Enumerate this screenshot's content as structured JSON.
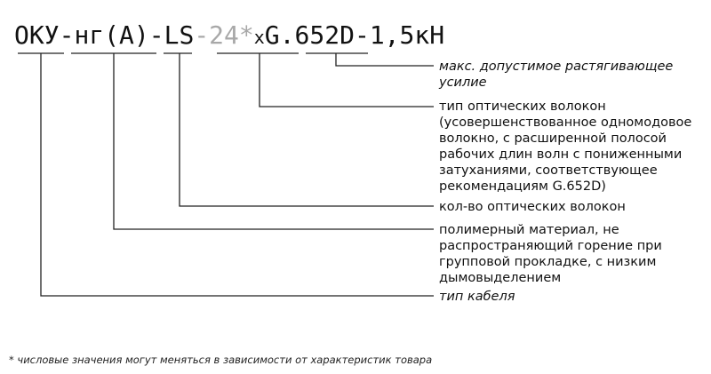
{
  "code": {
    "oku": "ОКУ",
    "dash1": "-",
    "ng": "нг",
    "a": "(А)",
    "dash2": "-",
    "ls": "LS",
    "dash3": "-",
    "count": "24",
    "star": "*",
    "x": "x",
    "fiber": "G.652D",
    "dash4": "-",
    "force": "1,5кН"
  },
  "labels": {
    "tensile": "макс. допустимое растягивающее усилие",
    "fiber_type": "тип оптических волокон (усовершенствованное одномодовое волокно, с расширенной полосой рабочих длин волн с пониженными затуханиями, соответствующее рекомендациям G.652D)",
    "fiber_count": "кол-во оптических волокон",
    "material": "полимерный материал, не распространяющий горение при групповой прокладке, с низким дымовыделением",
    "cable_type": "тип кабеля"
  },
  "footnote": "* числовые значения могут меняться в зависимости от характеристик товара",
  "colors": {
    "text": "#111111",
    "grey_code": "#a8a8a8",
    "line": "#222222"
  }
}
